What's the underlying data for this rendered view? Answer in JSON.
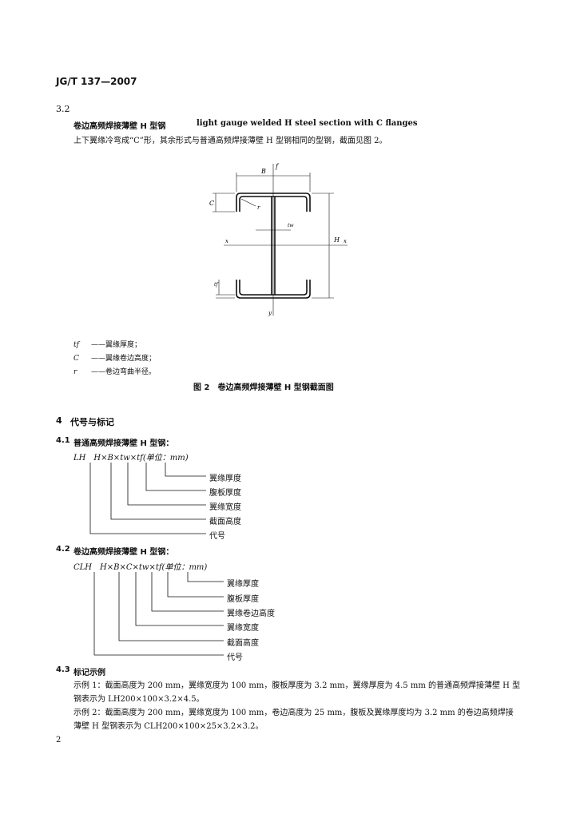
{
  "header": {
    "std_code": "JG/T 137—2007"
  },
  "s32": {
    "num": "3.2",
    "title_cn": "卷边高频焊接薄壁 H 型钢",
    "title_en": "light gauge welded H steel section with C flanges",
    "desc": "上下翼缘冷弯成“C”形，其余形式与普通高频焊接薄壁 H 型钢相同的型钢，截面见图 2。"
  },
  "fig2": {
    "labels": {
      "B": "B",
      "f": "f",
      "C": "C",
      "r": "r",
      "tw": "tw",
      "x": "x",
      "H": "H",
      "tf": "tf",
      "y": "y"
    },
    "notes": [
      {
        "sym": "tf",
        "text": "——翼缘厚度；"
      },
      {
        "sym": "C",
        "text": "——翼缘卷边高度；"
      },
      {
        "sym": "r",
        "text": "——卷边弯曲半径。"
      }
    ],
    "caption": "图 2　卷边高频焊接薄壁 H 型钢截面图"
  },
  "s4": {
    "num": "4",
    "title": "代号与标记"
  },
  "s41": {
    "num": "4.1",
    "title": "普通高频焊接薄壁 H 型钢：",
    "designation": "LH　H×B×tw×tf(单位：mm)",
    "items": [
      "翼缘厚度",
      "腹板厚度",
      "翼缘宽度",
      "截面高度",
      "代号"
    ]
  },
  "s42": {
    "num": "4.2",
    "title": "卷边高频焊接薄壁 H 型钢：",
    "designation": "CLH　H×B×C×tw×tf(单位：mm)",
    "items": [
      "翼缘厚度",
      "腹板厚度",
      "翼缘卷边高度",
      "翼缘宽度",
      "截面高度",
      "代号"
    ]
  },
  "s43": {
    "num": "4.3",
    "title": "标记示例",
    "ex1": "示例 1：截面高度为 200 mm，翼缘宽度为 100 mm，腹板厚度为 3.2 mm，翼缘厚度为 4.5 mm 的普通高频焊接薄壁 H 型钢表示为 LH200×100×3.2×4.5。",
    "ex2": "示例 2：截面高度为 200 mm，翼缘宽度为 100 mm，卷边高度为 25 mm，腹板及翼缘厚度均为 3.2 mm 的卷边高频焊接薄壁 H 型钢表示为 CLH200×100×25×3.2×3.2。"
  },
  "footer": {
    "page": "2"
  }
}
